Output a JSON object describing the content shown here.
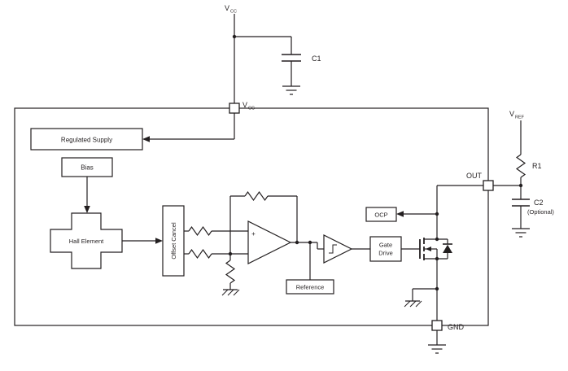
{
  "labels": {
    "vcc_top": {
      "main": "V",
      "sub": "CC"
    },
    "vcc_pin": {
      "main": "V",
      "sub": "CC"
    },
    "vref": {
      "main": "V",
      "sub": "REF"
    },
    "c1": "C1",
    "r1": "R1",
    "c2": "C2",
    "c2_note": "(Optional)",
    "out": "OUT",
    "gnd": "GND"
  },
  "blocks": {
    "regulated_supply": "Regulated Supply",
    "bias": "Bias",
    "hall_element": "Hall Element",
    "offset_cancel": "Offset Cancel",
    "ocp": "OCP",
    "gate": "Gate",
    "drive": "Drive",
    "reference": "Reference"
  },
  "opamp": {
    "plus": "+"
  },
  "colors": {
    "line": "#231f20",
    "background": "#ffffff"
  }
}
